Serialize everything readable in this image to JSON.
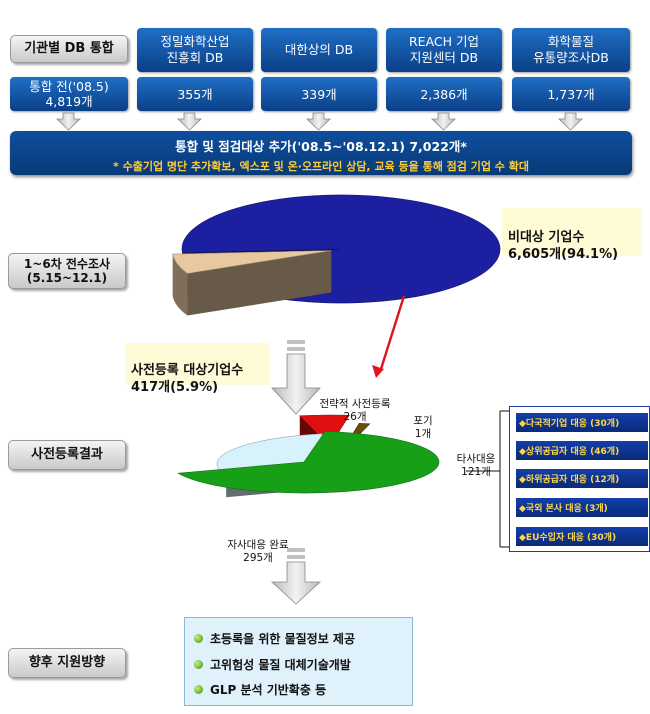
{
  "header": {
    "row_label": "기관별 DB 통합",
    "before_label": "통합 전('08.5)",
    "before_count": "4,819개"
  },
  "sources": [
    {
      "name": "정밀화학산업\n진흥회 DB",
      "count": "355개"
    },
    {
      "name": "대한상의 DB",
      "count": "339개"
    },
    {
      "name": "REACH 기업\n지원센터 DB",
      "count": "2,386개"
    },
    {
      "name": "화학물질\n유통량조사DB",
      "count": "1,737개"
    }
  ],
  "merged": {
    "line1": "통합 및 점검대상 추가('08.5~'08.12.1) 7,022개*",
    "line2": "* 수출기업 명단 추가확보, 엑스포 및 온·오프라인 상담, 교육 등을 통해 점검 기업 수 확대"
  },
  "survey": {
    "side_label": "1~6차 전수조사\n(5.15~12.1)",
    "non_target": "비대상 기업수\n6,605개(94.1%)",
    "target": "사전등록 대상기업수\n417개(5.9%)"
  },
  "result": {
    "side_label": "사전등록결과",
    "strategic": "전략적 사전등록\n26개",
    "giveup": "포기\n1개",
    "other": "타사대응\n121개",
    "self": "자사대응 완료\n295개",
    "legend": [
      "◆다국적기업 대응 (30개)",
      "◆상위공급자 대응 (46개)",
      "◆하위공급자 대응 (12개)",
      "◆국외 본사 대응 (3개)",
      "◆EU수입자 대응 (30개)"
    ]
  },
  "future": {
    "side_label": "향후 지원방향",
    "items": [
      "초등록을 위한 물질정보 제공",
      "고위험성 물질 대체기술개발",
      "GLP 분석 기반확충 등"
    ]
  },
  "chart_data": [
    {
      "type": "pie",
      "categories": [
        "비대상 기업수",
        "사전등록 대상기업수"
      ],
      "values": [
        6605,
        417
      ],
      "percent": [
        94.1,
        5.9
      ],
      "colors": [
        "#1b1fa0",
        "#e8c8a0"
      ]
    },
    {
      "type": "pie",
      "categories": [
        "자사대응 완료",
        "타사대응",
        "전략적 사전등록",
        "포기"
      ],
      "values": [
        295,
        121,
        26,
        1
      ],
      "colors": [
        "#17a017",
        "#d8f2fb",
        "#e01010",
        "#6b4a10"
      ]
    }
  ],
  "colors": {
    "box_blue": "#0b3f86",
    "accent_yellow": "#ffcc33",
    "arrow_red": "#e0141e"
  }
}
